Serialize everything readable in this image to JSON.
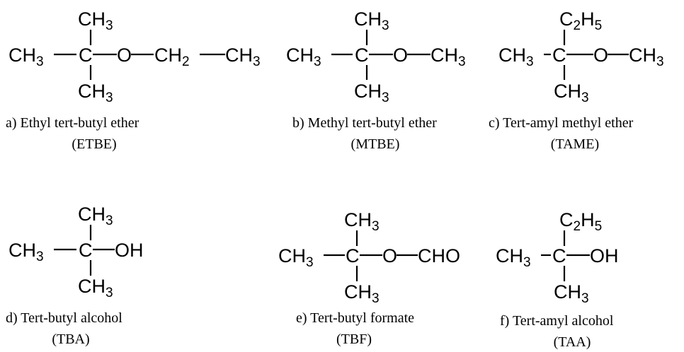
{
  "molecules": [
    {
      "groups": {
        "top": "CH3",
        "left": "CH3",
        "center": "C",
        "bottom": "CH3",
        "o1": "O",
        "g2": "CH2",
        "g3": "CH3"
      },
      "caption": "a) Ethyl tert-butyl ether",
      "abbr": "(ETBE)"
    },
    {
      "groups": {
        "top": "CH3",
        "left": "CH3",
        "center": "C",
        "bottom": "CH3",
        "o1": "O",
        "g2": "CH3"
      },
      "caption": "b) Methyl tert-butyl ether",
      "abbr": "(MTBE)"
    },
    {
      "groups": {
        "top": "C2H5",
        "left": "CH3",
        "center": "C",
        "bottom": "CH3",
        "o1": "O",
        "g2": "CH3"
      },
      "caption": "c) Tert-amyl methyl ether",
      "abbr": "(TAME)"
    },
    {
      "groups": {
        "top": "CH3",
        "left": "CH3",
        "center": "C",
        "bottom": "CH3",
        "o1": "OH"
      },
      "caption": "d) Tert-butyl alcohol",
      "abbr": "(TBA)"
    },
    {
      "groups": {
        "top": "CH3",
        "left": "CH3",
        "center": "C",
        "bottom": "CH3",
        "o1": "O",
        "g2": "CHO"
      },
      "caption": "e) Tert-butyl formate",
      "abbr": "(TBF)"
    },
    {
      "groups": {
        "top": "C2H5",
        "left": "CH3",
        "center": "C",
        "bottom": "CH3",
        "o1": "OH"
      },
      "caption": "f) Tert-amyl alcohol",
      "abbr": "(TAA)"
    }
  ]
}
